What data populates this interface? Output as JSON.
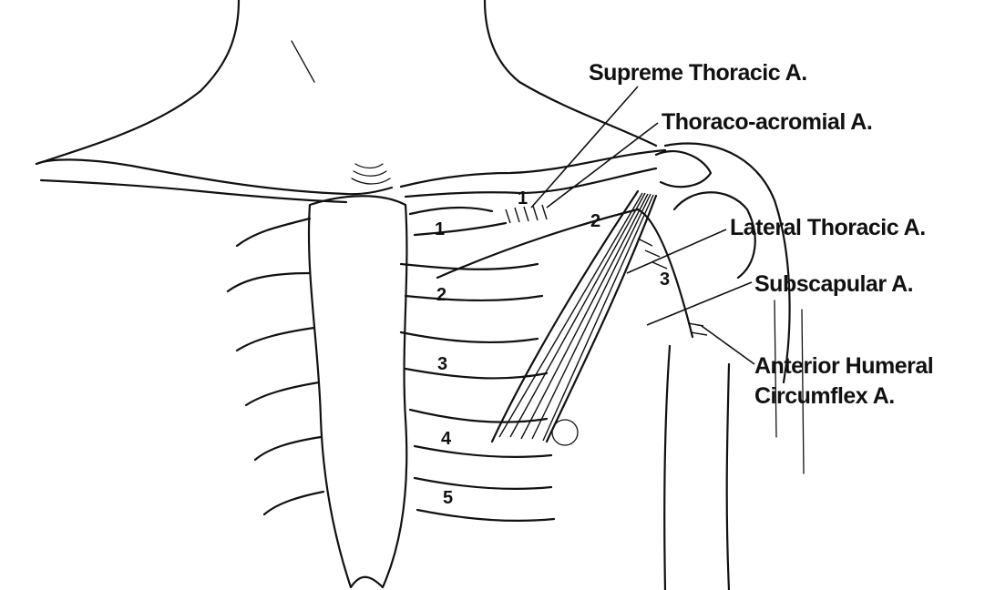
{
  "labels": {
    "supreme": "Supreme Thoracic A.",
    "thoracoacromial": "Thoraco-acromial A.",
    "lateral": "Lateral Thoracic A.",
    "subscapular": "Subscapular A.",
    "anterior_line1": "Anterior Humeral",
    "anterior_line2": "Circumflex A."
  },
  "rib_numbers": [
    "1",
    "2",
    "3",
    "4",
    "5"
  ],
  "axillary_parts": [
    "1",
    "2",
    "3"
  ],
  "colors": {
    "ink": "#111111",
    "background": "#ffffff"
  }
}
